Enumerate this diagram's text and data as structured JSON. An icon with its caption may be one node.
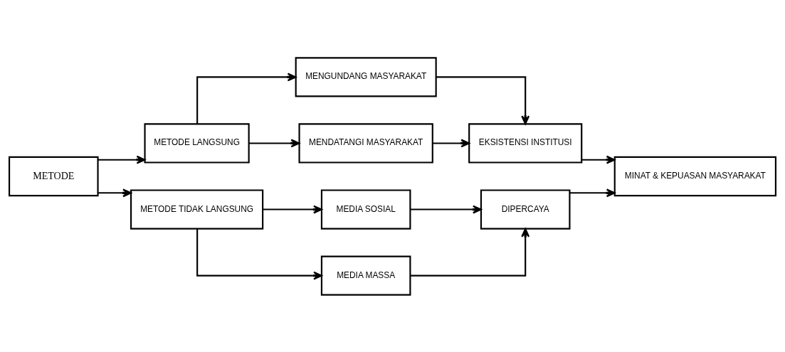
{
  "diagram": {
    "nodes": [
      {
        "text": [
          "METODE"
        ]
      },
      {
        "text": [
          "METODE LANGSUNG"
        ]
      },
      {
        "text": [
          "METODE TIDAK LANGSUNG"
        ]
      },
      {
        "text": [
          "MENGUNDANG MASYARAKAT"
        ]
      },
      {
        "text": [
          "MENDATANGI MASYARAKAT"
        ]
      },
      {
        "text": [
          "MEDIA SOSIAL"
        ]
      },
      {
        "text": [
          "MEDIA MASSA"
        ]
      },
      {
        "text": [
          "EKSISTENSI INSTITUSI"
        ]
      },
      {
        "text": [
          "DIPERCAYA"
        ]
      },
      {
        "text": [
          "MINAT & KEPUASAN MASYARAKAT"
        ]
      }
    ],
    "edges": [
      {
        "from": 0,
        "to": 1,
        "arrow": "to"
      },
      {
        "from": 0,
        "to": 2,
        "arrow": "to"
      },
      {
        "from": 1,
        "to": 3,
        "arrow": "to"
      },
      {
        "from": 1,
        "to": 4,
        "arrow": "to"
      },
      {
        "from": 2,
        "to": 5,
        "arrow": "to"
      },
      {
        "from": 2,
        "to": 6,
        "arrow": "to"
      },
      {
        "from": 3,
        "to": 7,
        "arrow": "to"
      },
      {
        "from": 4,
        "to": 7,
        "arrow": "to"
      },
      {
        "from": 5,
        "to": 8,
        "arrow": "to"
      },
      {
        "from": 6,
        "to": 8,
        "arrow": "to"
      },
      {
        "from": 7,
        "to": 9,
        "arrow": "to"
      },
      {
        "from": 8,
        "to": 9,
        "arrow": "to"
      }
    ]
  }
}
